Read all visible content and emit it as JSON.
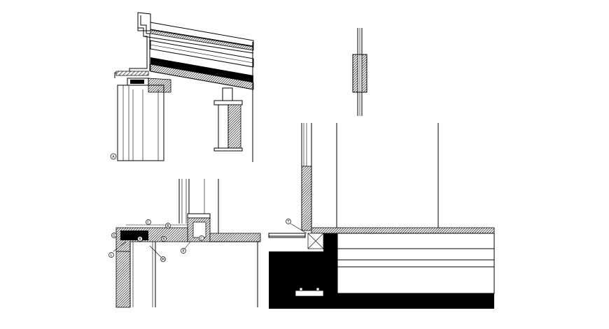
{
  "callouts": [
    {
      "id": "detail-a",
      "label": "A"
    },
    {
      "id": "sill-1",
      "label": "C"
    },
    {
      "id": "sill-2",
      "label": "B"
    },
    {
      "id": "sill-3",
      "label": "B"
    },
    {
      "id": "sill-4",
      "label": "B"
    },
    {
      "id": "sill-5",
      "label": "C"
    },
    {
      "id": "sill-6",
      "label": "G"
    },
    {
      "id": "sill-7",
      "label": "L"
    },
    {
      "id": "sill-8",
      "label": "M"
    },
    {
      "id": "sill-9",
      "label": "P"
    },
    {
      "id": "corner-1",
      "label": "T"
    }
  ],
  "colors": {
    "line": "#000000",
    "background": "#ffffff"
  }
}
